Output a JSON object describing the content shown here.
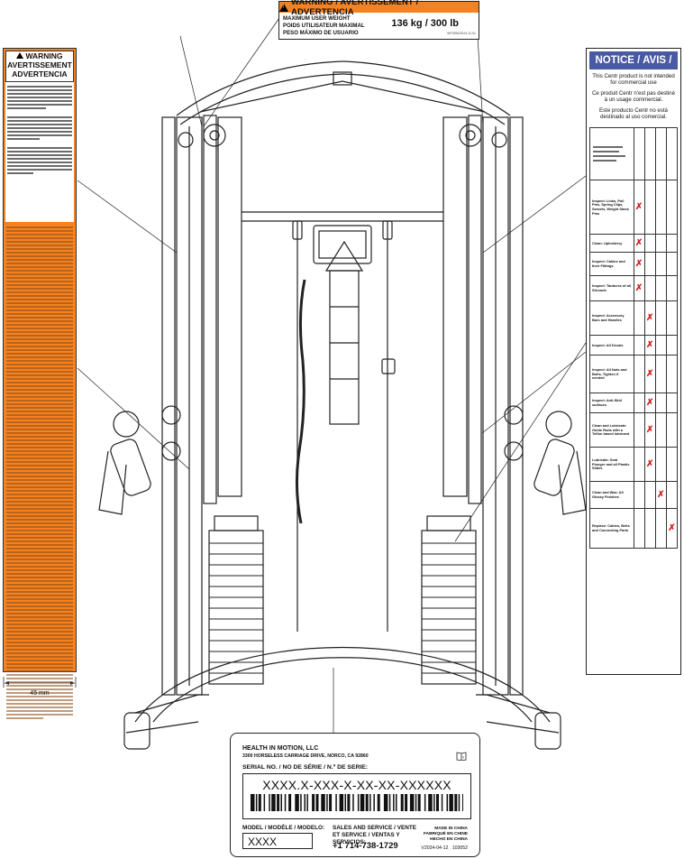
{
  "weight_label": {
    "title": "WARNING / AVERTISSEMENT / ADVERTENCIA",
    "lines": [
      "MAXIMUM USER WEIGHT",
      "POIDS UTILISATEUR MAXIMAL",
      "PESO MÁXIMO DE USUARIO"
    ],
    "value": "136 kg / 300 lb",
    "code": "WF1854/2024-11-01"
  },
  "warning_label": {
    "title_lines": [
      "WARNING",
      "AVERTISSEMENT",
      "ADVERTENCIA"
    ]
  },
  "dimension": {
    "value": "45 mm"
  },
  "notice_label": {
    "title": "NOTICE / AVIS / AVISO",
    "messages": [
      "This Centr product is not intended for commercial use",
      "Ce produit Centr n'est pas destiné à un usage commercial.",
      "Este producto Centr no está destinado al uso comercial."
    ],
    "rows": [
      {
        "task": "Inspect: Links, Pull Pins, Spring Clips, Swivels, Weight Stack Pins",
        "col": 0
      },
      {
        "task": "Clean: Upholstery",
        "col": 0
      },
      {
        "task": "Inspect: Cables and their Fittings",
        "col": 0
      },
      {
        "task": "Inspect: Tautness of all Shrouds",
        "col": 0
      },
      {
        "task": "Inspect: Accessory Bars and Handles",
        "col": 1
      },
      {
        "task": "Inspect: All Decals",
        "col": 1
      },
      {
        "task": "Inspect: All Nuts and Bolts, Tighten if needed",
        "col": 1
      },
      {
        "task": "Inspect: Anti-Skid surfaces",
        "col": 1
      },
      {
        "task": "Clean and Lubricate: Guide Rods with a Teflon based lubricant",
        "col": 1
      },
      {
        "task": "Lubricate: Seat Plunger and all Plastic Slides",
        "col": 1
      },
      {
        "task": "Clean and Wax: All Glossy Finishes",
        "col": 2
      },
      {
        "task": "Replace: Cables, Belts and Connecting Parts",
        "col": 3
      }
    ]
  },
  "serial_plate": {
    "company": "HEALTH IN MOTION, LLC",
    "address": "3300 HORSELESS CARRIAGE DRIVE, NORCO, CA 92860",
    "serial_label": "SERIAL NO. / NO DE SÉRIE / N.º DE SERIE:",
    "serial_value": "XXXX.X-XXX-X-XX-XX-XXXXXX",
    "model_label": "MODEL / MODÈLE / MODELO:",
    "model_value": "XXXX",
    "service_label": "SALES AND SERVICE / VENTE ET SERVICE / VENTAS Y SERVICIOS:",
    "phone": "+1 714-738-1729",
    "made_in": [
      "MADE IN CHINA",
      "FABRIQUÉ EN CHINE",
      "HECHO EN CHINA"
    ],
    "version": "V2024-04-12",
    "part_no": "103052"
  },
  "colors": {
    "warning_orange": "#f58220",
    "notice_blue": "#4a59a3",
    "mark_red": "#d01c1c"
  }
}
